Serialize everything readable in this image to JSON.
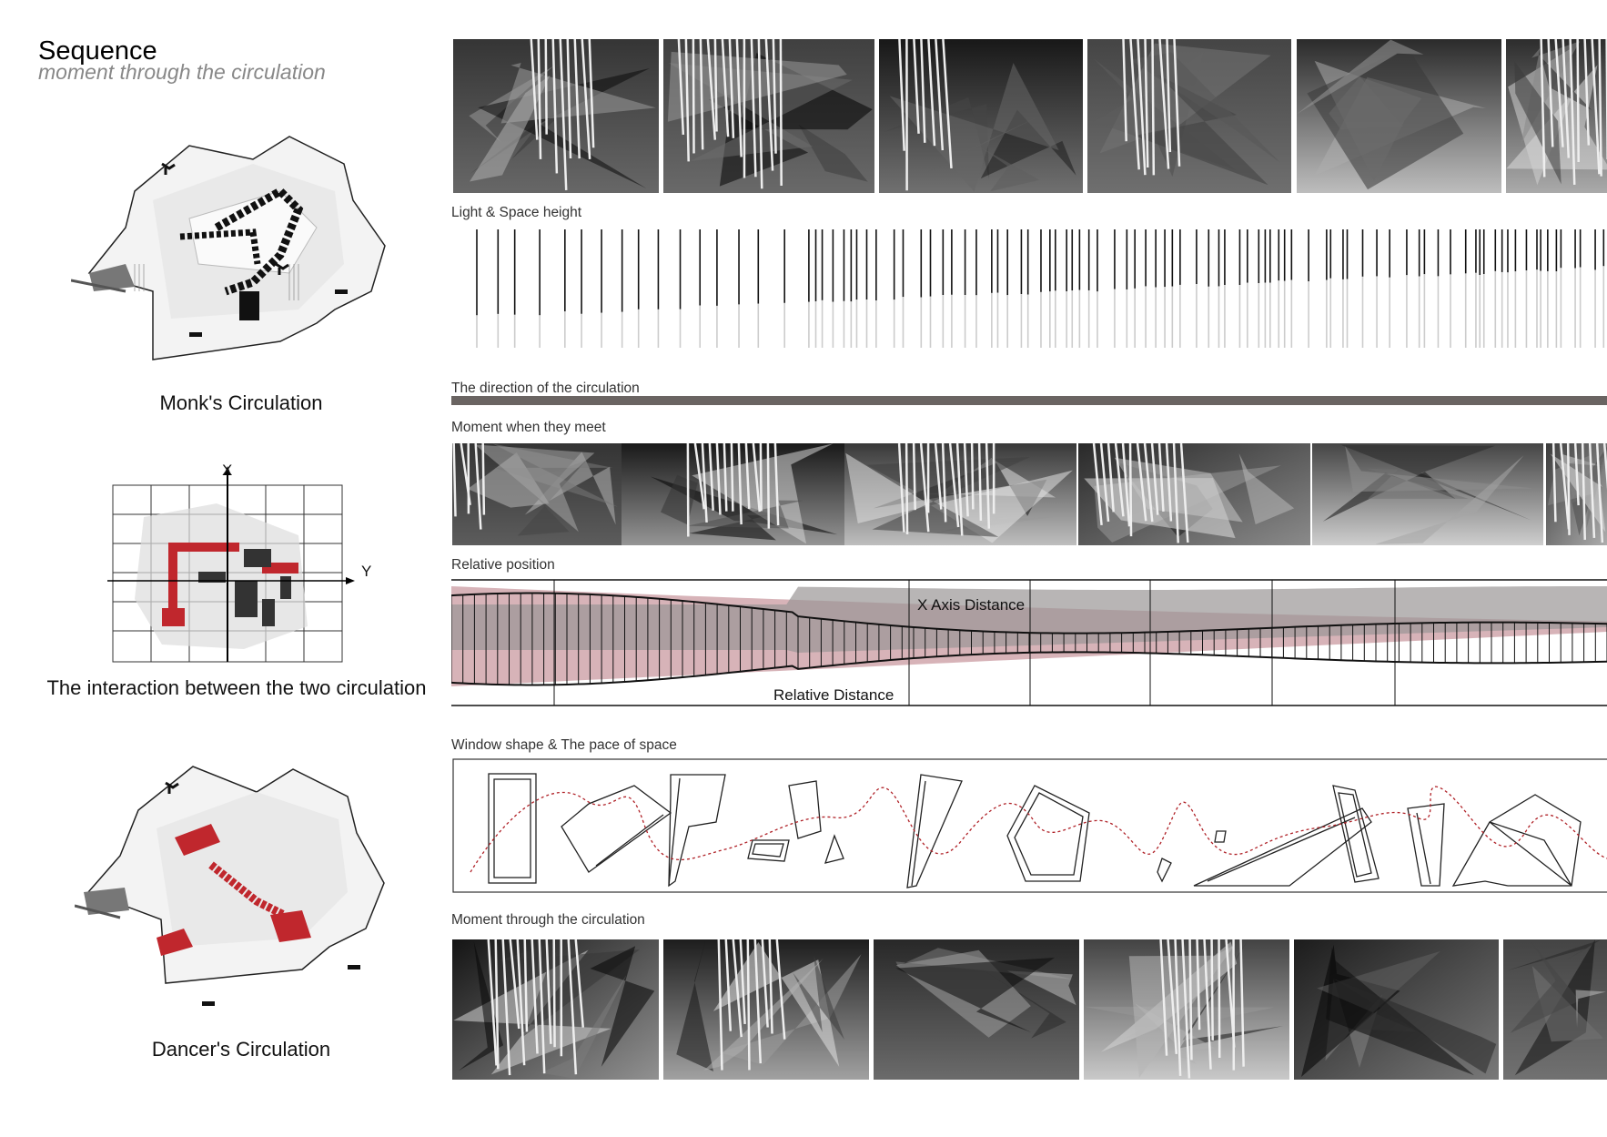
{
  "header": {
    "title": "Sequence",
    "subtitle": "moment through the circulation"
  },
  "left": {
    "monk_caption": "Monk's Circulation",
    "interaction_caption": "The interaction between the two circulation",
    "grid_axis_x": "X",
    "grid_axis_y": "Y",
    "dancer_caption": "Dancer's Circulation"
  },
  "sections": {
    "light_space": "Light & Space height",
    "direction": "The direction of the circulation",
    "meet": "Moment when they meet",
    "relative": "Relative position",
    "x_axis_distance": "X Axis Distance",
    "relative_distance": "Relative Distance",
    "window": "Window shape & The pace of space",
    "moment": "Moment through the circulation"
  },
  "colors": {
    "accent_red": "#c0272d",
    "pink_band": "#c99aa0",
    "gray_band": "#9a9696",
    "direction_bar": "#6a6462"
  }
}
